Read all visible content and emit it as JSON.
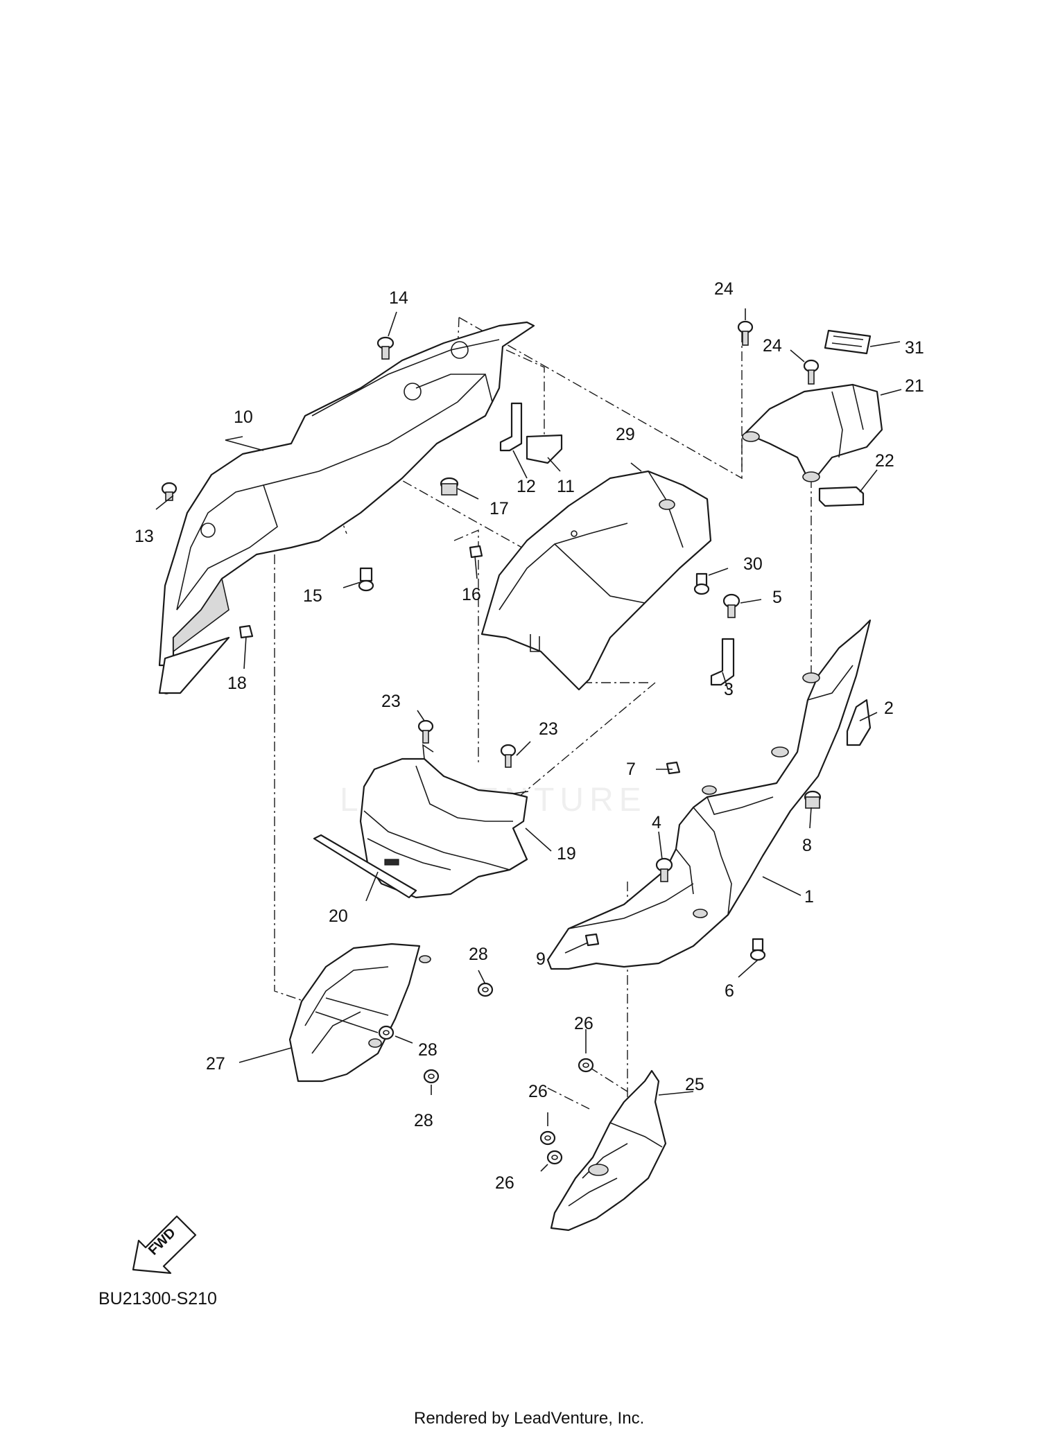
{
  "diagram": {
    "callouts": [
      {
        "id": "c1",
        "label": "1"
      },
      {
        "id": "c2",
        "label": "2"
      },
      {
        "id": "c3",
        "label": "3"
      },
      {
        "id": "c4",
        "label": "4"
      },
      {
        "id": "c5",
        "label": "5"
      },
      {
        "id": "c6",
        "label": "6"
      },
      {
        "id": "c7",
        "label": "7"
      },
      {
        "id": "c8",
        "label": "8"
      },
      {
        "id": "c9",
        "label": "9"
      },
      {
        "id": "c10",
        "label": "10"
      },
      {
        "id": "c11",
        "label": "11"
      },
      {
        "id": "c12",
        "label": "12"
      },
      {
        "id": "c13",
        "label": "13"
      },
      {
        "id": "c14",
        "label": "14"
      },
      {
        "id": "c15",
        "label": "15"
      },
      {
        "id": "c16",
        "label": "16"
      },
      {
        "id": "c17",
        "label": "17"
      },
      {
        "id": "c18",
        "label": "18"
      },
      {
        "id": "c19",
        "label": "19"
      },
      {
        "id": "c20",
        "label": "20"
      },
      {
        "id": "c21",
        "label": "21"
      },
      {
        "id": "c22",
        "label": "22"
      },
      {
        "id": "c23a",
        "label": "23"
      },
      {
        "id": "c23b",
        "label": "23"
      },
      {
        "id": "c24a",
        "label": "24"
      },
      {
        "id": "c24b",
        "label": "24"
      },
      {
        "id": "c25",
        "label": "25"
      },
      {
        "id": "c26a",
        "label": "26"
      },
      {
        "id": "c26b",
        "label": "26"
      },
      {
        "id": "c26c",
        "label": "26"
      },
      {
        "id": "c27",
        "label": "27"
      },
      {
        "id": "c28a",
        "label": "28"
      },
      {
        "id": "c28b",
        "label": "28"
      },
      {
        "id": "c28c",
        "label": "28"
      },
      {
        "id": "c29",
        "label": "29"
      },
      {
        "id": "c30",
        "label": "30"
      },
      {
        "id": "c31",
        "label": "31"
      }
    ],
    "fwd_label": "FWD",
    "diagram_code": "BU21300-S210",
    "watermark": "LEADVENTURE",
    "footer": "Rendered by LeadVenture, Inc."
  }
}
